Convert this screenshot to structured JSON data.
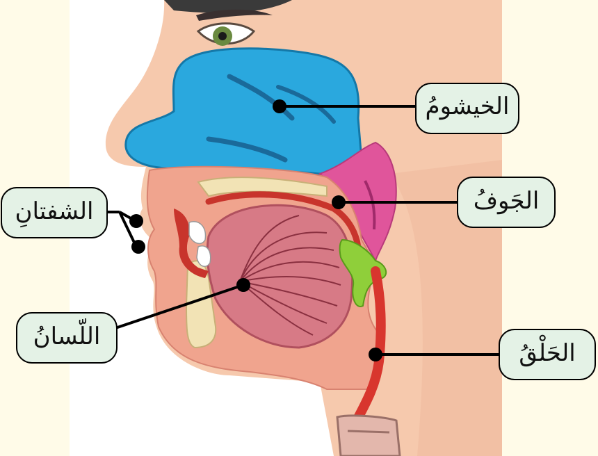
{
  "diagram": {
    "colors": {
      "page_bg": "#fffbe8",
      "skin": "#f4c3a8",
      "skin_dark": "#e8a98c",
      "nasal_cavity": "#2aa8de",
      "pharynx_pink": "#e0559b",
      "oral_cavity": "#f0a48e",
      "tongue": "#d77a86",
      "bone": "#f2e3b5",
      "epiglottis_green": "#8fcf3a",
      "throat_red": "#d8362e",
      "label_fill": "#e4f2e6",
      "line": "#000000"
    },
    "labels": [
      {
        "id": "nasal",
        "text": "الخيشومُ",
        "points_to": "nasal-cavity"
      },
      {
        "id": "jawf",
        "text": "الجَوفُ",
        "points_to": "oral-cavity"
      },
      {
        "id": "lips",
        "text": "الشفتانِ",
        "points_to": "lips"
      },
      {
        "id": "tongue",
        "text": "اللّسانُ",
        "points_to": "tongue"
      },
      {
        "id": "throat",
        "text": "الحَلْقُ",
        "points_to": "throat"
      }
    ]
  }
}
